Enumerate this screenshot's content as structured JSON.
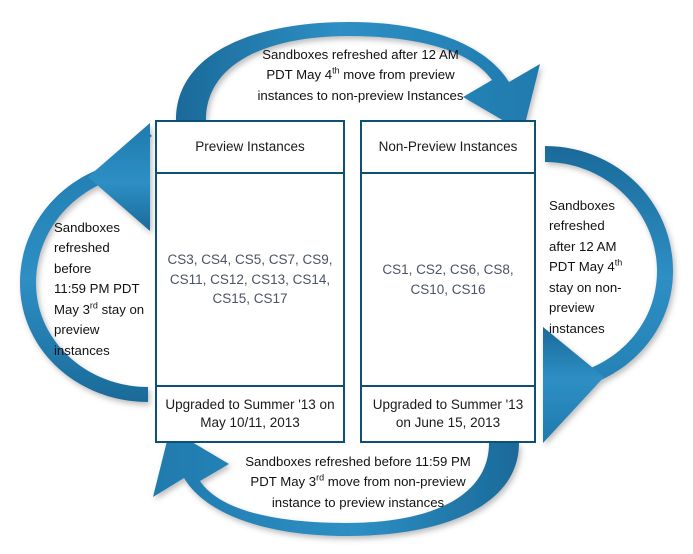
{
  "diagram": {
    "title": "Sandbox refresh and instance migration cycle",
    "colors": {
      "arrow_blue_light": "#2e8fc4",
      "arrow_blue_dark": "#1a6a99",
      "box_border": "#0d4f77",
      "body_text": "#4a5464",
      "caption_text": "#111111",
      "background": "#ffffff"
    }
  },
  "boxes": [
    {
      "id": "preview",
      "header": "Preview Instances",
      "body": "CS3, CS4, CS5, CS7, CS9, CS11, CS12, CS13, CS14, CS15, CS17",
      "instances": [
        "CS3",
        "CS4",
        "CS5",
        "CS7",
        "CS9",
        "CS11",
        "CS12",
        "CS13",
        "CS14",
        "CS15",
        "CS17"
      ],
      "footer": "Upgraded to Summer '13 on May 10/11, 2013"
    },
    {
      "id": "nonpreview",
      "header": "Non-Preview Instances",
      "body": "CS1, CS2, CS6, CS8, CS10, CS16",
      "instances": [
        "CS1",
        "CS2",
        "CS6",
        "CS8",
        "CS10",
        "CS16"
      ],
      "footer": "Upgraded to Summer '13 on June 15, 2013"
    }
  ],
  "arrows": {
    "top": {
      "name": "preview-to-nonpreview-arrow",
      "direction": "left-to-right",
      "caption_line1": "Sandboxes refreshed after 12 AM",
      "caption_line2_a": "PDT May 4",
      "caption_line2_sup": "th",
      "caption_line2_b": " move from preview",
      "caption_line3": "instances to non-preview Instances"
    },
    "bottom": {
      "name": "nonpreview-to-preview-arrow",
      "direction": "right-to-left",
      "caption_line1": "Sandboxes refreshed before 11:59 PM",
      "caption_line2_a": "PDT May 3",
      "caption_line2_sup": "rd",
      "caption_line2_b": " move from non-preview",
      "caption_line3": "instance to preview instances"
    },
    "left": {
      "name": "stay-on-preview-arrow",
      "direction": "bottom-to-top",
      "caption_line1": "Sandboxes",
      "caption_line2": "refreshed",
      "caption_line3": "before",
      "caption_line4": "11:59 PM PDT",
      "caption_line5_a": "May 3",
      "caption_line5_sup": "rd",
      "caption_line5_b": " stay on",
      "caption_line6": "preview",
      "caption_line7": "instances"
    },
    "right": {
      "name": "stay-on-nonpreview-arrow",
      "direction": "top-to-bottom",
      "caption_line1": "Sandboxes",
      "caption_line2": "refreshed",
      "caption_line3": "after 12 AM",
      "caption_line4_a": "PDT May 4",
      "caption_line4_sup": "th",
      "caption_line5_a": "stay on non-",
      "caption_line6": "preview",
      "caption_line7": "instances"
    }
  }
}
